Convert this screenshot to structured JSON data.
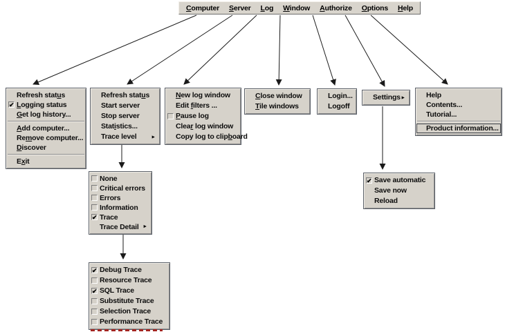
{
  "menubar": {
    "items": [
      {
        "label": "Computer",
        "mnemonic": 0
      },
      {
        "label": "Server",
        "mnemonic": 0
      },
      {
        "label": "Log",
        "mnemonic": 0
      },
      {
        "label": "Window",
        "mnemonic": 0
      },
      {
        "label": "Authorize",
        "mnemonic": 0
      },
      {
        "label": "Options",
        "mnemonic": 0
      },
      {
        "label": "Help",
        "mnemonic": 0
      }
    ]
  },
  "menus": [
    {
      "id": "computer",
      "items": [
        {
          "label": "Refresh status",
          "mnemonic": 12
        },
        {
          "label": "Logging status",
          "mnemonic": 0,
          "checked": true
        },
        {
          "label": "Get log history...",
          "mnemonic": 0
        },
        {
          "separator": true
        },
        {
          "label": "Add computer...",
          "mnemonic": 0
        },
        {
          "label": "Remove computer...",
          "mnemonic": 2
        },
        {
          "label": "Discover",
          "mnemonic": 0
        },
        {
          "separator": true
        },
        {
          "label": "Exit",
          "mnemonic": 1
        }
      ]
    },
    {
      "id": "server",
      "items": [
        {
          "label": "Refresh status",
          "mnemonic": 12
        },
        {
          "label": "Start server"
        },
        {
          "label": "Stop server"
        },
        {
          "label": "Statistics...",
          "mnemonic": 4
        },
        {
          "label": "Trace level",
          "submenu": true
        }
      ]
    },
    {
      "id": "log",
      "items": [
        {
          "label": "New log window",
          "mnemonic": 0
        },
        {
          "label": "Edit filters ...",
          "mnemonic": 5
        },
        {
          "label": "Pause log",
          "mnemonic": 0,
          "checked": false
        },
        {
          "label": "Clear log window",
          "mnemonic": 4
        },
        {
          "label": "Copy log to clipboard",
          "mnemonic": 16
        }
      ]
    },
    {
      "id": "window",
      "items": [
        {
          "label": "Close window",
          "mnemonic": 0
        },
        {
          "label": "Tile windows",
          "mnemonic": 0
        }
      ]
    },
    {
      "id": "authorize",
      "items": [
        {
          "label": "Login..."
        },
        {
          "label": "Logoff"
        }
      ]
    },
    {
      "id": "options",
      "items": [
        {
          "label": "Settings",
          "submenu": true
        }
      ]
    },
    {
      "id": "help",
      "items": [
        {
          "label": "Help"
        },
        {
          "label": "Contents..."
        },
        {
          "label": "Tutorial..."
        },
        {
          "separator": true
        },
        {
          "label": "Product information...",
          "focused": true
        }
      ]
    },
    {
      "id": "tracelevel",
      "items": [
        {
          "label": "None",
          "checked": false
        },
        {
          "label": "Critical errors",
          "checked": false
        },
        {
          "label": "Errors",
          "checked": false
        },
        {
          "label": "Information",
          "checked": false
        },
        {
          "label": "Trace",
          "checked": true
        },
        {
          "label": "Trace Detail",
          "submenu": true
        }
      ]
    },
    {
      "id": "settings",
      "items": [
        {
          "label": "Save automatic",
          "checked": true
        },
        {
          "label": "Save now"
        },
        {
          "label": "Reload"
        }
      ]
    },
    {
      "id": "tracedetail",
      "items": [
        {
          "label": "Debug Trace",
          "checked": true
        },
        {
          "label": "Resource Trace",
          "checked": false
        },
        {
          "label": "SQL Trace",
          "checked": true
        },
        {
          "label": "Substitute Trace",
          "checked": false
        },
        {
          "label": "Selection Trace",
          "checked": false
        },
        {
          "label": "Performance Trace",
          "checked": false
        }
      ]
    }
  ],
  "icons": {
    "check": "✔",
    "submenu": "►"
  },
  "colors": {
    "menu_background": "#d6d2ca",
    "menu_text": "#0d0d0d",
    "arrow": "#1a1a1a",
    "artifact_red": "#a32420",
    "page_background": "#ffffff"
  }
}
